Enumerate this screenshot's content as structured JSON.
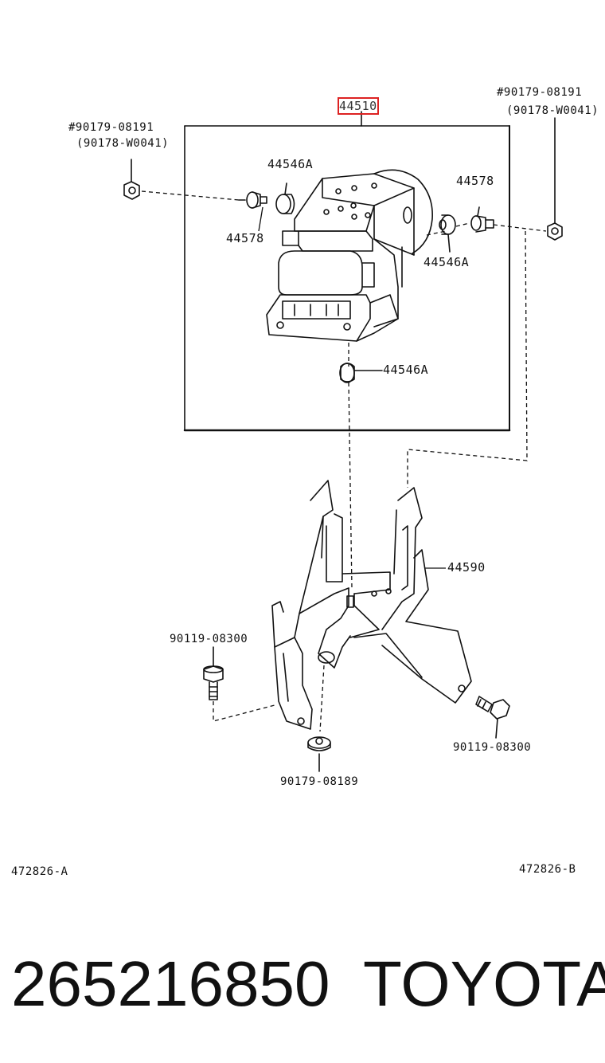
{
  "diagram": {
    "labels": {
      "assembly": "44510",
      "top_left_bolt": "#90179-08191",
      "top_left_bolt_alt": "(90178-W0041)",
      "top_right_bolt": "#90179-08191",
      "top_right_bolt_alt": "(90178-W0041)",
      "cushion_upper_left": "44546A",
      "stud_left": "44578",
      "stud_right": "44578",
      "cushion_right": "44546A",
      "cushion_bottom": "44546A",
      "bracket": "44590",
      "bolt_left": "90119-08300",
      "bolt_right": "90119-08300",
      "nut_bottom": "90179-08189",
      "ref_left": "472826-A",
      "ref_right": "472826-B"
    }
  },
  "footer": {
    "part_number": "265216850",
    "brand": "TOYOTA"
  },
  "colors": {
    "line": "#111111",
    "highlight": "#d22222"
  }
}
